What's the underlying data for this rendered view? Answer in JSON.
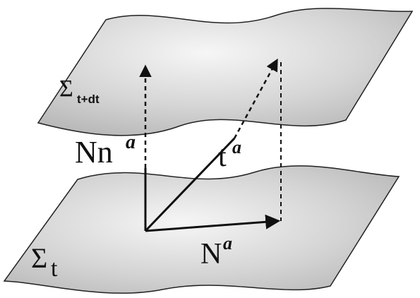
{
  "labels": {
    "sigma_upper": {
      "symbol": "Σ",
      "subscript": "t+dt"
    },
    "sigma_lower": {
      "symbol": "Σ",
      "subscript": "t"
    },
    "normal_vector": {
      "base": "Nn",
      "superscript": "a"
    },
    "time_vector": {
      "base": "t",
      "superscript": "a"
    },
    "shift_vector": {
      "base": "N",
      "superscript": "a"
    }
  },
  "colors": {
    "surface_edge": "#222222",
    "surface_light": "#f4f4f4",
    "surface_dark": "#b9b9b9",
    "arrow": "#111111"
  }
}
